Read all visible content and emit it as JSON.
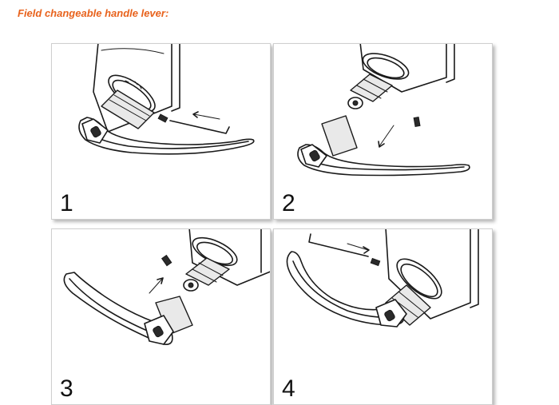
{
  "title": "Field changeable handle lever:",
  "steps": [
    {
      "number": "1"
    },
    {
      "number": "2"
    },
    {
      "number": "3"
    },
    {
      "number": "4"
    }
  ],
  "colors": {
    "title": "#e8621c",
    "line": "#1a1a1a",
    "panel_border": "#cfcfcf"
  }
}
